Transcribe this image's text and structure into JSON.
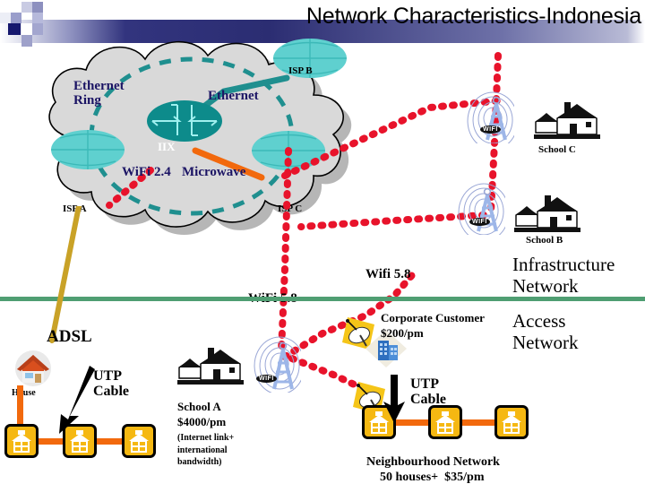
{
  "slide": {
    "title": "Network Characteristics-Indonesia",
    "accent_navy": "#1b1464",
    "accent_teal": "#1f8f8f",
    "accent_cyan": "#5fd0cf",
    "accent_orange": "#f2690d",
    "accent_red": "#e8132b",
    "accent_green_rule": "#4f9e72",
    "accent_yellow": "#f5b812",
    "cloud_fill": "#d9d9d9"
  },
  "infrastructure": {
    "cloud_labels": {
      "ethernet_ring": "Ethernet\nRing",
      "ethernet": "Ethernet",
      "iix": "IIX",
      "wifi_24": "WiFi 2.4",
      "microwave": "Microwave",
      "isp_a": "ISP A",
      "isp_b": "ISP B",
      "isp_c": "ISP C"
    },
    "wireless_links": {
      "wifi_58_left": "WiFi 5.8",
      "wifi_58_right": "Wifi 5.8"
    },
    "schools": [
      {
        "name": "School C",
        "wifi_badge": "WIFI"
      },
      {
        "name": "School B",
        "wifi_badge": "WIFI"
      }
    ]
  },
  "sections": {
    "infrastructure_network": "Infrastructure\nNetwork",
    "access_network": "Access\nNetwork"
  },
  "access": {
    "adsl_label": "ADSL",
    "house_label": "House",
    "utp_cable_left": "UTP\nCable",
    "utp_cable_right": "UTP\nCable",
    "school_a": {
      "name": "School A",
      "price": "$4000/pm",
      "note": "(Internet link+\ninternational\nbandwidth)",
      "wifi_badge": "WIFI"
    },
    "corporate": {
      "name": "Corporate Customer",
      "price": "$200/pm"
    },
    "neighbourhood": {
      "name": "Neighbourhood Network",
      "detail": "50 houses+  $35/pm"
    }
  },
  "icons": {
    "house": "house-icon",
    "school": "school-building-icon",
    "tower": "wifi-tower-icon",
    "dish": "satellite-dish-icon",
    "office": "office-building-icon",
    "router": "router-node-icon",
    "arrow": "black-arrow-icon"
  }
}
